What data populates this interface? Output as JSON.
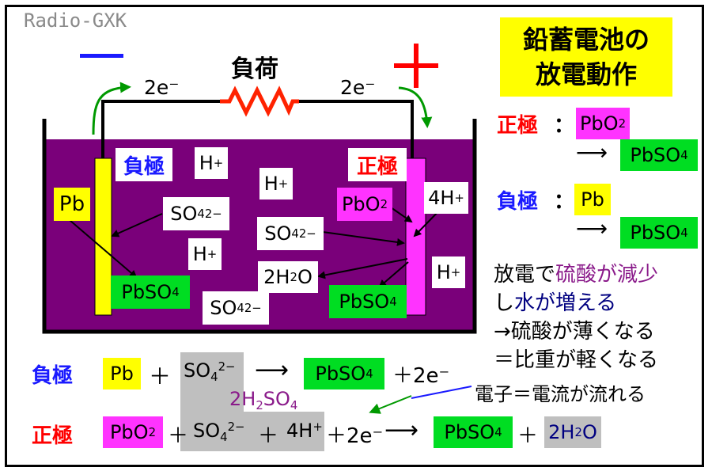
{
  "watermark": "Radio-GXK",
  "title": {
    "line1": "鉛蓄電池の",
    "line2": "放電動作"
  },
  "terminals": {
    "minus_sign": "−",
    "plus_sign": "+"
  },
  "load_label": "負荷",
  "electron_left": "2e⁻",
  "electron_right": "2e⁻",
  "cell": {
    "neg_label": "負極",
    "pos_label": "正極",
    "pb": "Pb",
    "pbo2": {
      "main": "PbO",
      "sub": "2"
    },
    "so4_left": {
      "main": "SO",
      "sub": "4",
      "sup": "2−"
    },
    "so4_right": {
      "main": "SO",
      "sub": "4",
      "sup": "2−"
    },
    "so4_bottom": {
      "main": "SO",
      "sub": "4",
      "sup": "2−"
    },
    "h_ions": [
      {
        "main": "H",
        "sup": "+"
      },
      {
        "main": "H",
        "sup": "+"
      },
      {
        "main": "H",
        "sup": "+"
      },
      {
        "main": "H",
        "sup": "+"
      }
    ],
    "h4": {
      "main": "4H",
      "sup": "+"
    },
    "h2o": {
      "pre": "2H",
      "sub": "2",
      "post": "O"
    },
    "pbso4_left": {
      "main": "PbSO",
      "sub": "4"
    },
    "pbso4_right": {
      "main": "PbSO",
      "sub": "4"
    }
  },
  "legend": {
    "pos_label": "正極",
    "neg_label": "負極",
    "colon": "：",
    "pos_from": {
      "main": "PbO",
      "sub": "2"
    },
    "pos_to": {
      "main": "PbSO",
      "sub": "4"
    },
    "neg_from": "Pb",
    "neg_to": {
      "main": "PbSO",
      "sub": "4"
    },
    "arrow": "⟶"
  },
  "notes": {
    "line1_a": "放電で",
    "line1_b": "硫酸が減少",
    "line2_a": "し",
    "line2_b": "水が増える",
    "line3": "→硫酸が薄くなる",
    "line4": "＝比重が軽くなる"
  },
  "equation_neg": {
    "label": "負極",
    "pb": "Pb",
    "plus1": "＋",
    "so4": {
      "main": "SO",
      "sub": "4",
      "sup": "2−"
    },
    "arrow": "⟶",
    "pbso4": {
      "main": "PbSO",
      "sub": "4"
    },
    "electrons": "＋2e⁻"
  },
  "h2so4": {
    "pre": "2H",
    "sub1": "2",
    "mid": "SO",
    "sub2": "4"
  },
  "current_note": "電子＝電流が流れる",
  "equation_pos": {
    "label": "正極",
    "pbo2": {
      "main": "PbO",
      "sub": "2"
    },
    "plus1": "＋",
    "so4": {
      "main": "SO",
      "sub": "4",
      "sup": "2−"
    },
    "plus2": "＋",
    "h4": {
      "main": "4H",
      "sup": "+"
    },
    "electrons": "＋2e⁻",
    "arrow": "⟶",
    "pbso4": {
      "main": "PbSO",
      "sub": "4"
    },
    "plus3": "＋",
    "h2o": {
      "pre": "2H",
      "sub": "2",
      "post": "O"
    }
  },
  "colors": {
    "electrolyte": "#7a007a",
    "pos_electrode": "#ff33ff",
    "neg_electrode": "#ffff00",
    "pbso4_box": "#00dd22",
    "title_box": "#ffff00",
    "resistor": "#ff2200",
    "red_text": "#ff0000",
    "blue_text": "#1a1aff",
    "purple_text": "#8a1a8a",
    "navy_text": "#000080",
    "gray_box": "#bfbfbf",
    "arrow_green": "#009900"
  }
}
